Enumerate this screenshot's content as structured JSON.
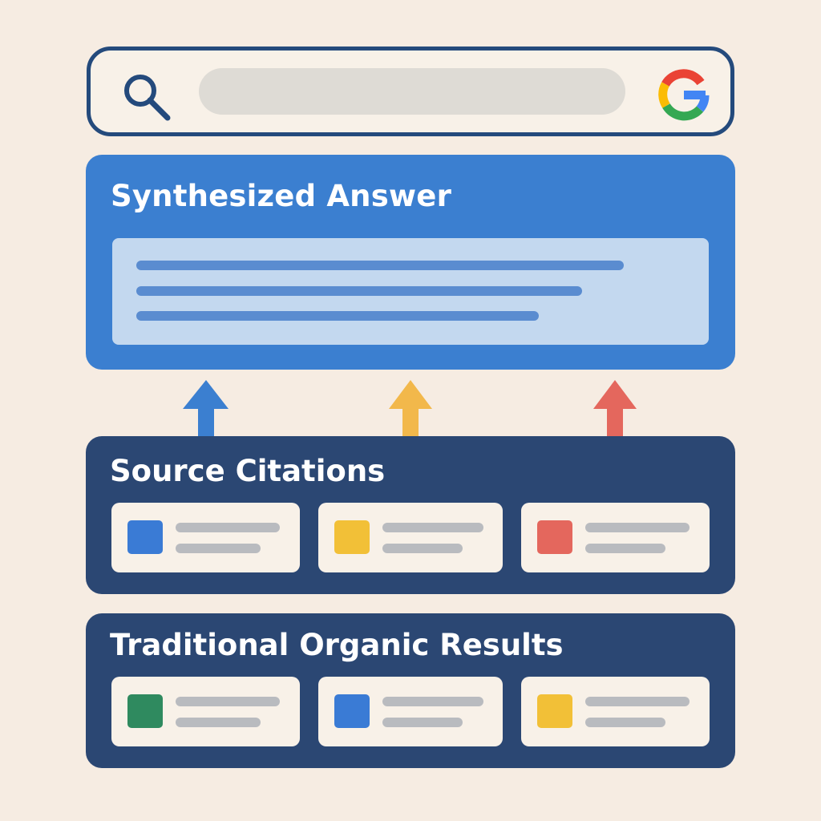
{
  "search": {
    "query": "",
    "placeholder": "",
    "search_icon": "magnifier-icon",
    "brand_icon": "google-g-icon",
    "colors": {
      "border": "#244a7c",
      "field": "#dedbd5",
      "g_blue": "#4285f4",
      "g_red": "#ea4335",
      "g_yellow": "#fbbc05",
      "g_green": "#34a853"
    }
  },
  "answer": {
    "title": "Synthesized Answer",
    "placeholder_lines": 3,
    "color": "#3b7fd0"
  },
  "arrows": [
    {
      "color": "#3b7fd0"
    },
    {
      "color": "#f2b84b"
    },
    {
      "color": "#e4675d"
    }
  ],
  "citations": {
    "title": "Source Citations",
    "cards": [
      {
        "color": "#3a7bd5"
      },
      {
        "color": "#f2c037"
      },
      {
        "color": "#e4675d"
      }
    ]
  },
  "organic": {
    "title": "Traditional Organic Results",
    "cards": [
      {
        "color": "#2f8a5f"
      },
      {
        "color": "#3a7bd5"
      },
      {
        "color": "#f2c037"
      }
    ]
  }
}
